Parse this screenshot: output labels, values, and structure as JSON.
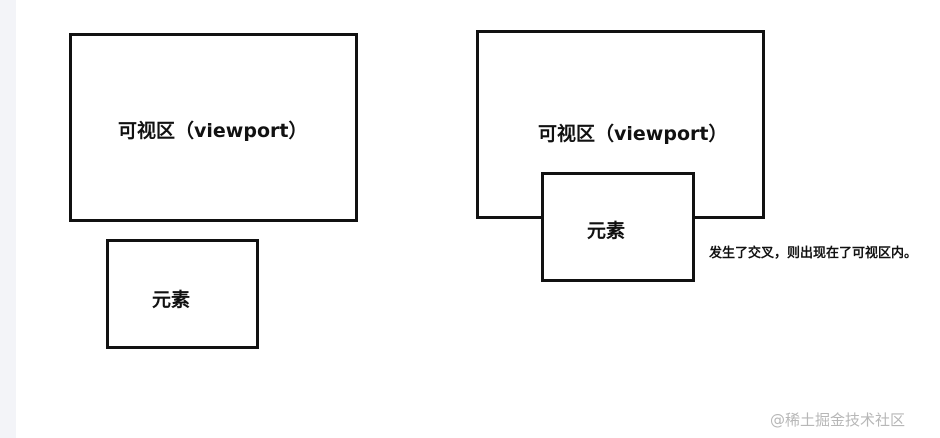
{
  "diagram": {
    "before": {
      "viewport_label": "可视区（viewport）",
      "element_label": "元素"
    },
    "after": {
      "viewport_label": "可视区（viewport）",
      "element_label": "元素",
      "note": "发生了交叉，则出现在了可视区内。"
    }
  },
  "watermark": "@稀土掘金技术社区"
}
